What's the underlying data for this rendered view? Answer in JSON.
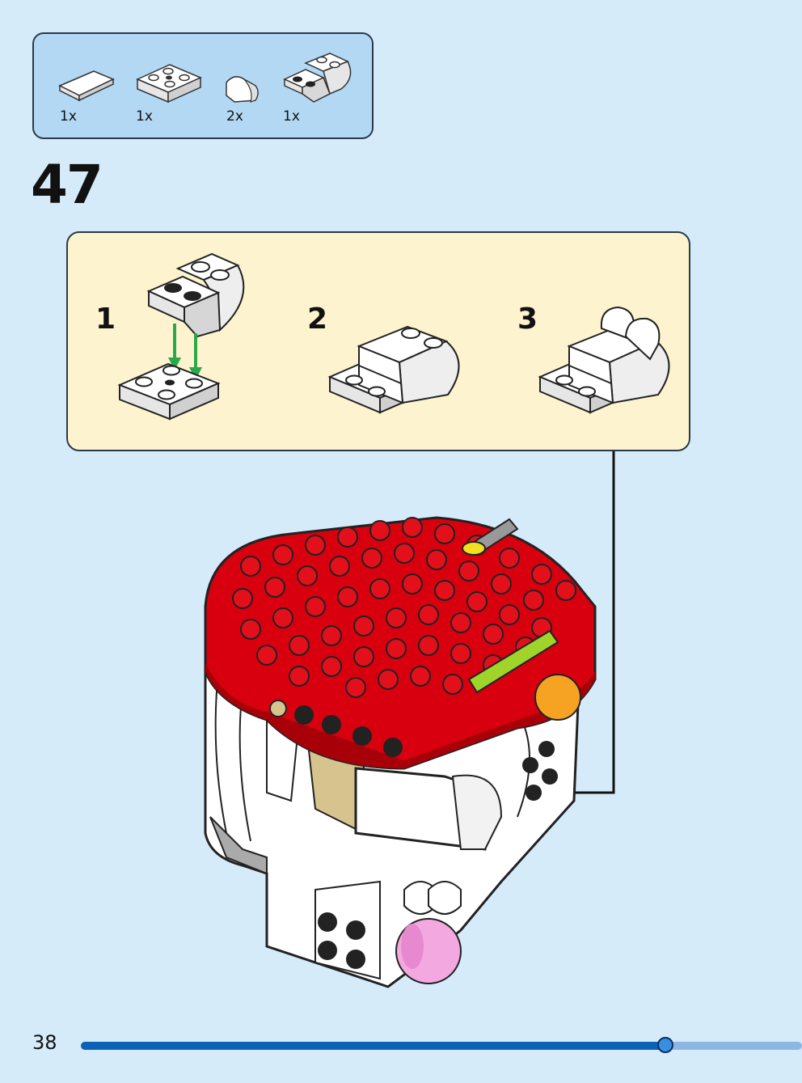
{
  "parts_list": {
    "items": [
      {
        "name": "white-tile-1x2",
        "qty": "1x"
      },
      {
        "name": "white-plate-2x2-jumper",
        "qty": "1x"
      },
      {
        "name": "white-slope-curved",
        "qty": "2x"
      },
      {
        "name": "white-bracket-curved",
        "qty": "1x"
      }
    ]
  },
  "step": {
    "number": "47"
  },
  "subassembly": {
    "steps": [
      "1",
      "2",
      "3"
    ]
  },
  "footer": {
    "page_number": "38",
    "progress": 0.81
  },
  "colors": {
    "background": "#d6ebfa",
    "parts_box": "#b3d8f4",
    "subassembly_box": "#fdf4cf",
    "brick_red": "#d8000f",
    "brick_white": "#ffffff",
    "arrow_green": "#2aa84a",
    "progress": "#0b63b6"
  }
}
